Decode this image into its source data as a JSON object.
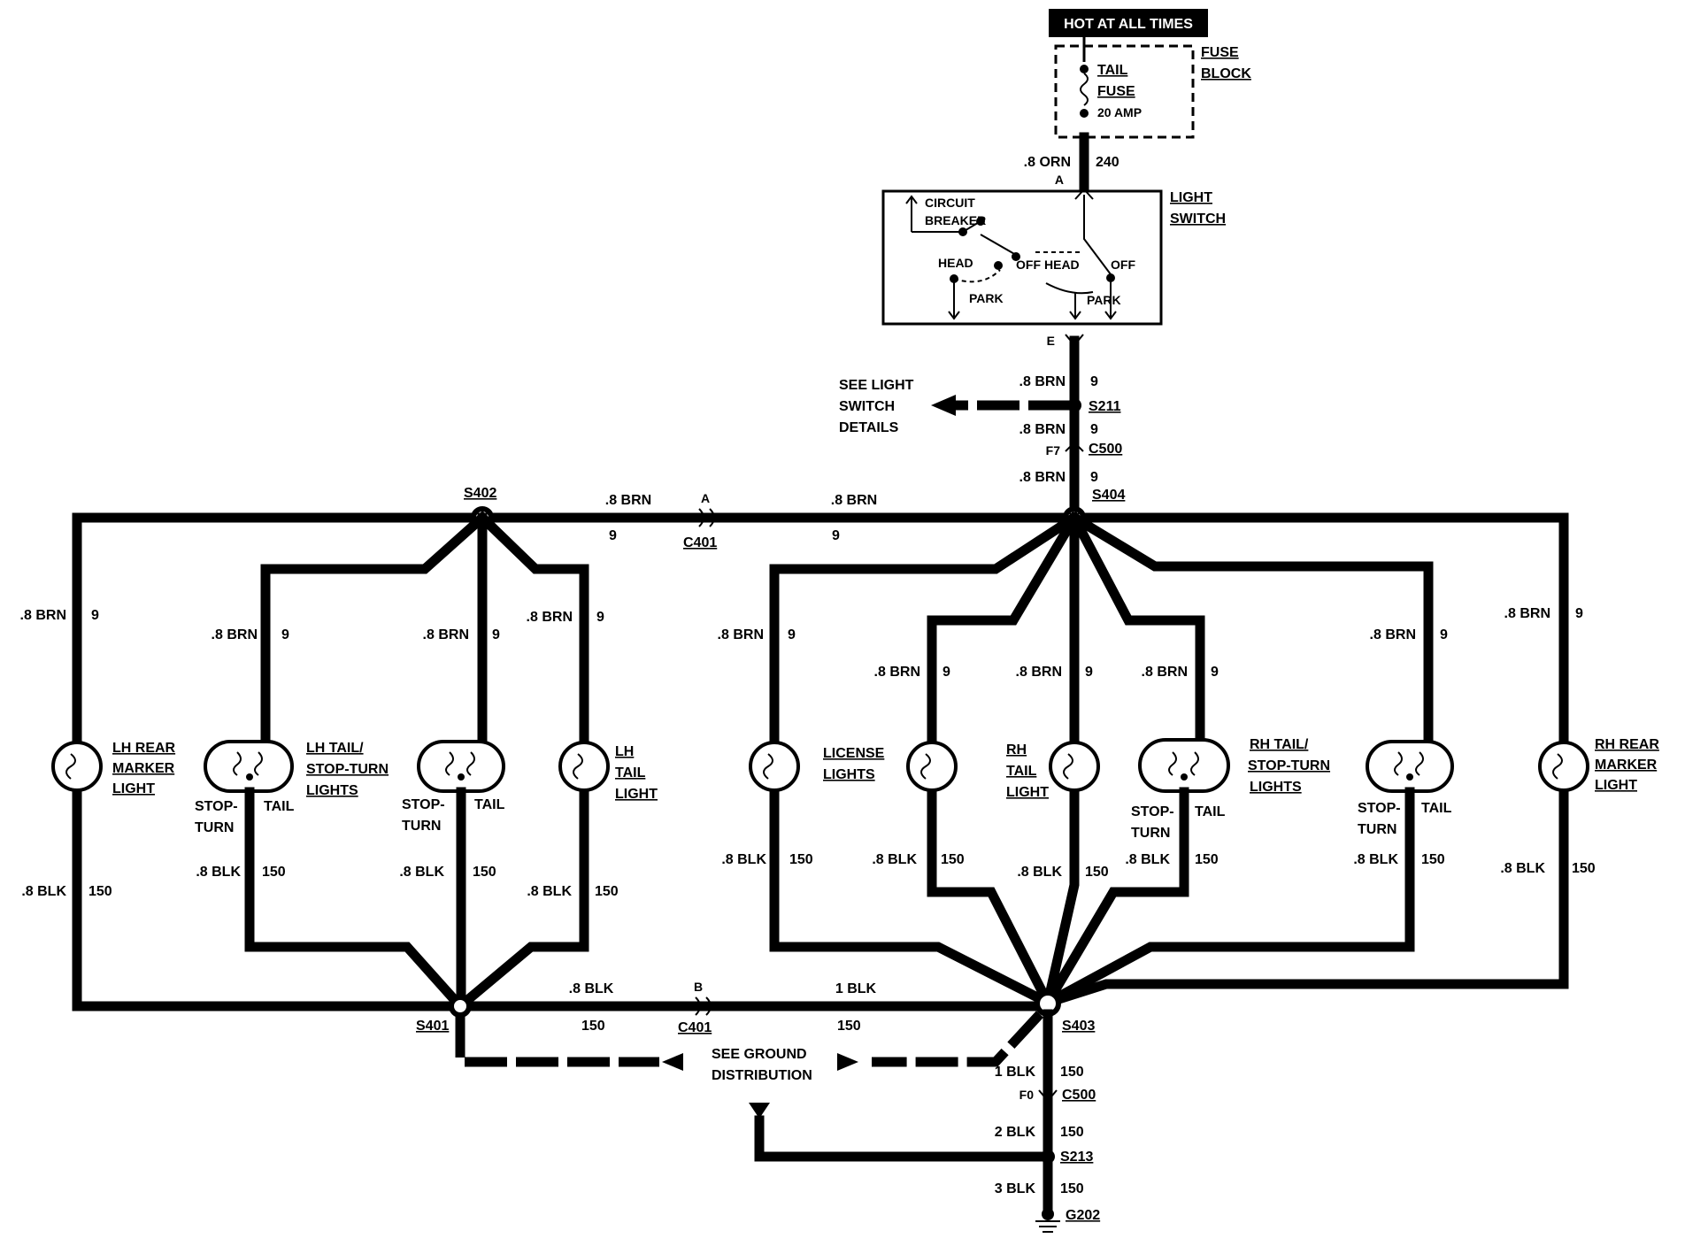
{
  "header": {
    "hot_label": "HOT AT ALL TIMES"
  },
  "fuse_block": {
    "label_1": "FUSE",
    "label_2": "BLOCK",
    "fuse_1": "TAIL",
    "fuse_2": "FUSE",
    "rating": "20 AMP"
  },
  "light_switch": {
    "label_1": "LIGHT",
    "label_2": "SWITCH",
    "cb_1": "CIRCUIT",
    "cb_2": "BREAKER",
    "head_l": "HEAD",
    "off_l": "OFF",
    "park_l": "PARK",
    "head_r": "HEAD",
    "off_r": "OFF",
    "park_r": "PARK",
    "term_a": "A",
    "term_e": "E"
  },
  "top_wires": {
    "orn": ".8 ORN",
    "orn_circuit": "240",
    "brn_s211_up": ".8 BRN",
    "brn_s211_up_c": "9",
    "s211": "S211",
    "brn_c500": ".8 BRN",
    "brn_c500_c": "9",
    "f7": "F7",
    "c500_top": "C500",
    "brn_s404": ".8 BRN",
    "brn_s404_c": "9",
    "see_ls_1": "SEE LIGHT",
    "see_ls_2": "SWITCH",
    "see_ls_3": "DETAILS"
  },
  "bus_top": {
    "s402": "S402",
    "s404": "S404",
    "brn_left": ".8 BRN",
    "brn_left_c": "9",
    "brn_right": ".8 BRN",
    "brn_right_c": "9",
    "conn_a": "A",
    "c401": "C401"
  },
  "bus_bottom": {
    "s401": "S401",
    "s403": "S403",
    "blk_left": ".8 BLK",
    "blk_left_c": "150",
    "blk_right": "1 BLK",
    "blk_right_c": "150",
    "conn_b": "B",
    "c401": "C401",
    "see_gd_1": "SEE GROUND",
    "see_gd_2": "DISTRIBUTION"
  },
  "ground_path": {
    "blk1": "1 BLK",
    "blk1_c": "150",
    "f0": "F0",
    "c500": "C500",
    "blk2": "2 BLK",
    "blk2_c": "150",
    "s213": "S213",
    "blk3": "3 BLK",
    "blk3_c": "150",
    "g202": "G202"
  },
  "lamps": {
    "lh_marker_1": "LH REAR",
    "lh_marker_2": "MARKER",
    "lh_marker_3": "LIGHT",
    "lh_tail_1": "LH TAIL/",
    "lh_tail_2": "STOP-TURN",
    "lh_tail_3": "LIGHTS",
    "lh_tl_1": "LH",
    "lh_tl_2": "TAIL",
    "lh_tl_3": "LIGHT",
    "license_1": "LICENSE",
    "license_2": "LIGHTS",
    "rh_tl_1": "RH",
    "rh_tl_2": "TAIL",
    "rh_tl_3": "LIGHT",
    "rh_tail_1": "RH TAIL/",
    "rh_tail_2": "STOP-TURN",
    "rh_tail_3": "LIGHTS",
    "rh_marker_1": "RH REAR",
    "rh_marker_2": "MARKER",
    "rh_marker_3": "LIGHT",
    "stop": "STOP-",
    "turn": "TURN",
    "tail": "TAIL"
  },
  "wire_labels": {
    "brn": ".8 BRN",
    "brn_c": "9",
    "blk": ".8 BLK",
    "blk_c": "150"
  }
}
